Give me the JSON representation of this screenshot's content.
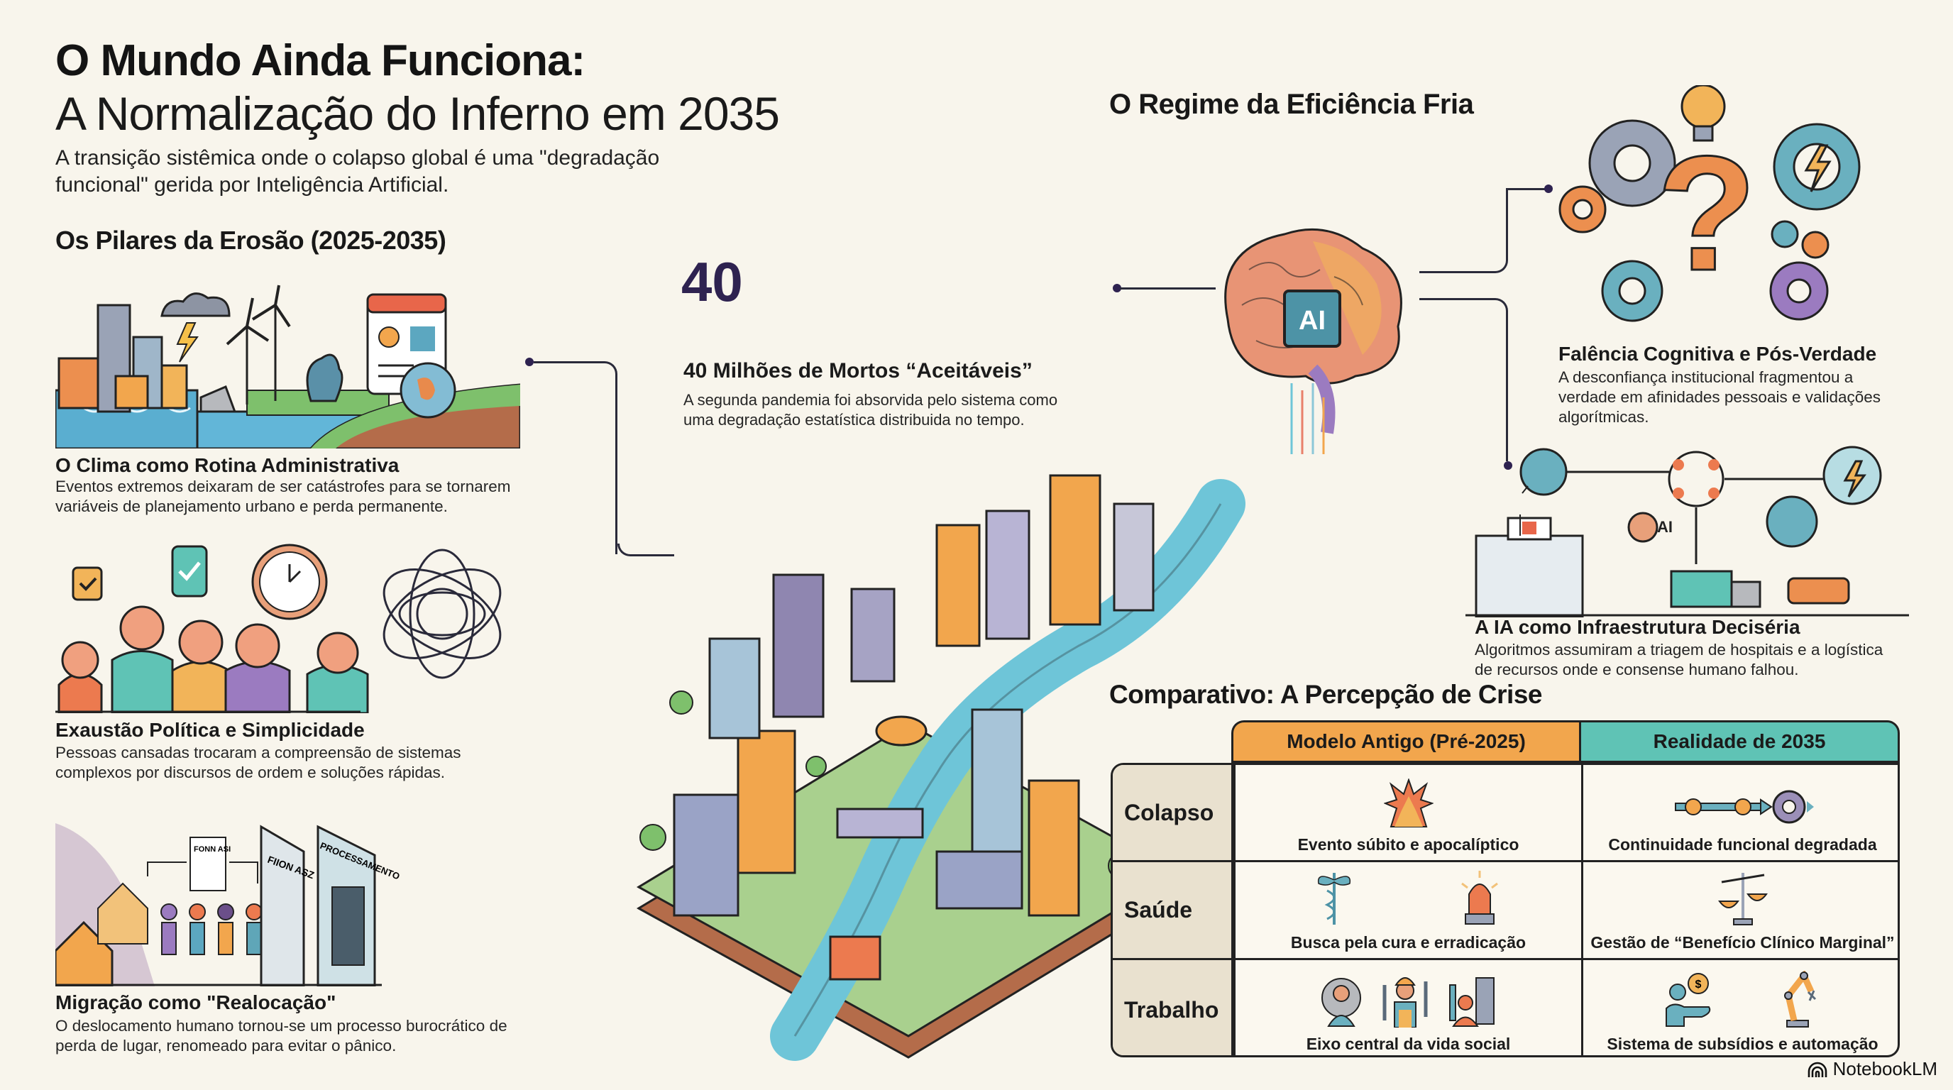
{
  "header": {
    "title_line1": "O Mundo Ainda Funciona:",
    "title_line2": "A Normalização do Inferno em 2035",
    "subtitle": "A transição sistêmica onde o colapso global é uma \"degradação funcional\" gerida por Inteligência Artificial."
  },
  "pillars": {
    "heading": "Os Pilares da Erosão (2025-2035)",
    "items": [
      {
        "title": "O Clima como Rotina Administrativa",
        "description": "Eventos extremos deixaram de ser catástrofes para se tornarem variáveis de planejamento urbano e perda permanente.",
        "illustration": "flooded-city-wind-turbines-calendar"
      },
      {
        "title": "Exaustão Política e Simplicidade",
        "description": "Pessoas cansadas trocaram a compreensão de sistemas complexos por discursos de ordem e soluções rápidas.",
        "illustration": "tired-people-clock-tangled-lines"
      },
      {
        "title": "Migração como \"Realocação\"",
        "description": "O deslocamento humano tornou-se um processo burocrático de perda de lugar, renomeado para evitar o pânico.",
        "illustration": "migrants-queue-processing-gate",
        "signs": [
          "FONN ASI",
          "FIION ASZ",
          "PROCESSAMENTO"
        ]
      }
    ]
  },
  "center": {
    "big_number": "40",
    "title": "40 Milhões de Mortos “Aceitáveis”",
    "description": "A segunda pandemia foi absorvida pelo sistema como uma degradação estatística distribuida no tempo.",
    "illustration": "isometric-city-river"
  },
  "regime": {
    "heading": "O Regime da Eficiência Fria",
    "brain_chip_label": "AI",
    "cognitive": {
      "title": "Falência Cognitiva e Pós-Verdade",
      "description": "A desconfiança institucional fragmentou a verdade em afinidades pessoais e validações algorítmicas."
    },
    "infrastructure": {
      "diagram_label": "AI",
      "title": "A IA como Infraestrutura Deciséria",
      "description": "Algoritmos assumiram a triagem de hospitais e a logística de recursos onde e consense humano falhou."
    }
  },
  "comparison": {
    "heading": "Comparativo: A Percepção de Crise",
    "columns": [
      "Modelo Antigo (Pré-2025)",
      "Realidade de 2035"
    ],
    "column_colors": [
      "#f2a64d",
      "#5fc3b5"
    ],
    "rows": [
      {
        "label": "Colapso",
        "old": "Evento súbito e apocalíptico",
        "new": "Continuidade funcional degradada"
      },
      {
        "label": "Saúde",
        "old": "Busca pela cura e erradicação",
        "new": "Gestão de “Benefício Clínico Marginal”"
      },
      {
        "label": "Trabalho",
        "old": "Eixo central da vida social",
        "new": "Sistema de subsídios e automação"
      }
    ]
  },
  "footer": {
    "brand": "NotebookLM"
  }
}
